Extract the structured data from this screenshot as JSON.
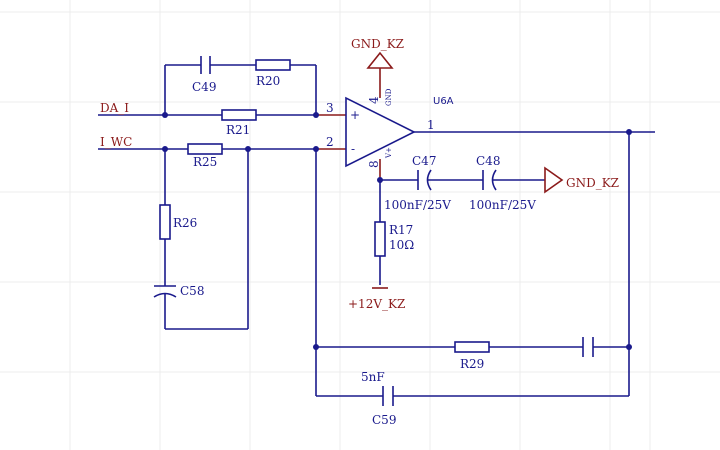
{
  "nets": {
    "da_i": "DA_I",
    "i_wc": "I_WC",
    "gnd_top": "GND_KZ",
    "gnd_right": "GND_KZ",
    "vcc": "+12V_KZ"
  },
  "opamp": {
    "designator": "U6A",
    "pin_plus": "3",
    "pin_minus": "2",
    "pin_out": "1",
    "pin_gnd": "4",
    "pin_gnd_name": "GND",
    "pin_vcc": "8",
    "pin_vcc_name": "V+",
    "sign_plus": "+",
    "sign_minus": "-"
  },
  "components": {
    "c49": "C49",
    "r20": "R20",
    "r21": "R21",
    "r25": "R25",
    "r26": "R26",
    "c58": "C58",
    "c47": "C47",
    "c48": "C48",
    "c47_value": "100nF/25V",
    "c48_value": "100nF/25V",
    "r17": "R17",
    "r17_value": "10Ω",
    "r29": "R29",
    "c59": "C59",
    "c59_value": "5nF"
  },
  "colors": {
    "wire": "#1a1a8c",
    "net_label": "#8b1a1a",
    "grid": "#ececec"
  }
}
